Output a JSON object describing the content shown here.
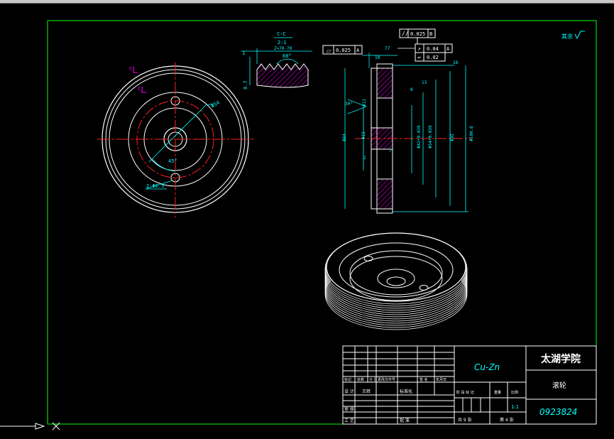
{
  "colors": {
    "background": "#000000",
    "frame": "#00ff00",
    "line": "#ffffff",
    "dimension": "#00ffff",
    "centerline": "#ff2020",
    "hatch": "#ff00ff",
    "title_text": "#00ffff"
  },
  "roughness_note": "其余",
  "views": {
    "front": {
      "dim_pcd": "Φ54",
      "dim_holes": "2-Φ6.5",
      "dim_angle": "45°",
      "section_mark_top": "C",
      "section_mark_bottom": "C"
    },
    "detail": {
      "title": "C-C",
      "scale": "2:1",
      "spec": "Z=70-70",
      "angle": "60°",
      "dim_a": "1",
      "dim_b": "0.7"
    },
    "side": {
      "flatness_value": "0.025",
      "flatness_datum": "A",
      "parallel_value": "0.025",
      "parallel_datum": "B",
      "runout_value": "0.04",
      "runout_datum": "A",
      "flat_value": "0.02",
      "dims": [
        "10",
        "77",
        "13",
        "8",
        "Φ13",
        "30°",
        "Φ84",
        "Φ15",
        "Φ42+0.039",
        "Φ54+0.039",
        "Φ95",
        "Φ100.8",
        "2",
        "7",
        "18"
      ]
    }
  },
  "title_block": {
    "material": "Cu-Zn",
    "school": "太湖学院",
    "part_name": "滚轮",
    "drawing_no": "0923824",
    "scale": "1:1",
    "sheets_total": "共 9 张",
    "sheet_index": "第 4 张",
    "header_labels": [
      "标记",
      "处数",
      "分 区",
      "更改文件号",
      "签 名",
      "年月日"
    ],
    "designer_label": "设 计",
    "designer_name": "王辉",
    "std_label": "标准化",
    "stage_labels": [
      "阶 段 标 记",
      "重量",
      "比例"
    ],
    "review_label": "审 核",
    "process_label": "工 艺",
    "approve_label": "批 准"
  }
}
